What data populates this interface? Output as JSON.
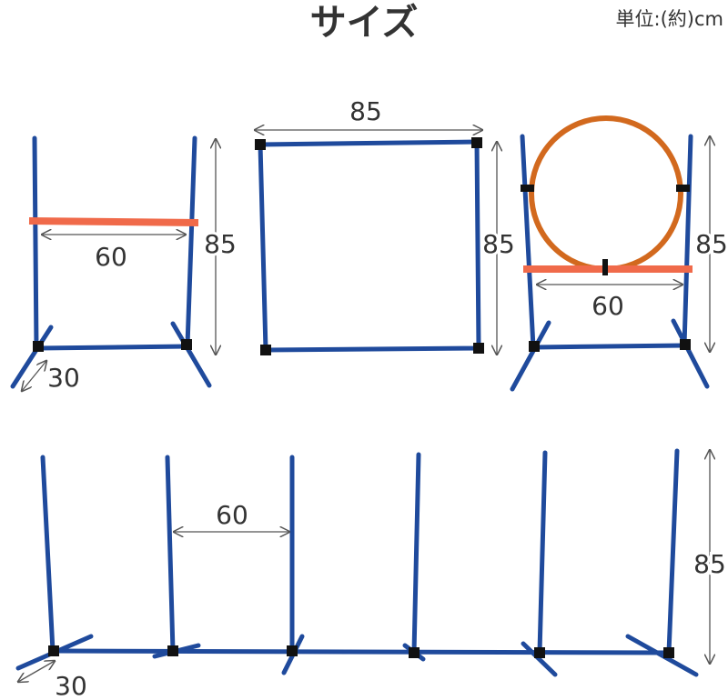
{
  "title": "サイズ",
  "unit": "単位:(約)cm",
  "colors": {
    "pole": "#1f4a9c",
    "bar": "#f06a4a",
    "ring": "#d2691e",
    "joint": "#111111"
  },
  "hurdle": {
    "width_label": "60",
    "height_label": "85",
    "depth_label": "30"
  },
  "square_frame": {
    "width_label": "85",
    "height_label": "85"
  },
  "hoop": {
    "width_label": "60",
    "height_label": "85"
  },
  "weave_poles": {
    "spacing_label": "60",
    "height_label": "85",
    "depth_label": "30"
  }
}
